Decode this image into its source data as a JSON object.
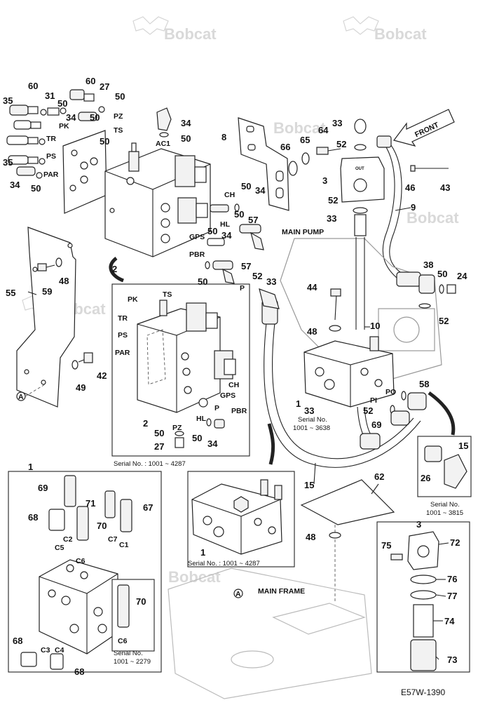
{
  "brand": {
    "watermark": "Bobcat"
  },
  "drawing_code": "E57W-1390",
  "titles": {
    "main_pump": "MAIN PUMP",
    "main_frame": "MAIN FRAME",
    "front": "FRONT"
  },
  "serials": {
    "valve_2": "Serial No. : 1001 ~ 4287",
    "valve_1": "Serial No. : 1001 ~ 4287",
    "p33_a": "Serial No.",
    "p33_b": "1001 ~ 3638",
    "p15_a": "Serial No.",
    "p15_b": "1001 ~ 3815",
    "p70_a": "Serial No.",
    "p70_b": "1001 ~ 2279"
  },
  "ports": {
    "pk": "PK",
    "tr": "TR",
    "ps": "PS",
    "par": "PAR",
    "pz": "PZ",
    "ts": "TS",
    "ac1": "AC1",
    "ch": "CH",
    "gps": "GPS",
    "hl": "HL",
    "pbr": "PBR",
    "p": "P",
    "po": "PO",
    "pi": "PI",
    "c1": "C1",
    "c2": "C2",
    "c3": "C3",
    "c4": "C4",
    "c5": "C5",
    "c6": "C6",
    "c7": "C7",
    "a": "A",
    "out": "OUT"
  },
  "parts": {
    "n1": "1",
    "n2": "2",
    "n3": "3",
    "n8": "8",
    "n9": "9",
    "n10": "10",
    "n15": "15",
    "n24": "24",
    "n26": "26",
    "n27": "27",
    "n31": "31",
    "n33": "33",
    "n34": "34",
    "n35": "35",
    "n38": "38",
    "n42": "42",
    "n43": "43",
    "n44": "44",
    "n46": "46",
    "n48": "48",
    "n49": "49",
    "n50": "50",
    "n52": "52",
    "n55": "55",
    "n57": "57",
    "n58": "58",
    "n59": "59",
    "n60": "60",
    "n62": "62",
    "n64": "64",
    "n65": "65",
    "n66": "66",
    "n67": "67",
    "n68": "68",
    "n69": "69",
    "n70": "70",
    "n71": "71",
    "n72": "72",
    "n73": "73",
    "n74": "74",
    "n75": "75",
    "n76": "76",
    "n77": "77"
  }
}
